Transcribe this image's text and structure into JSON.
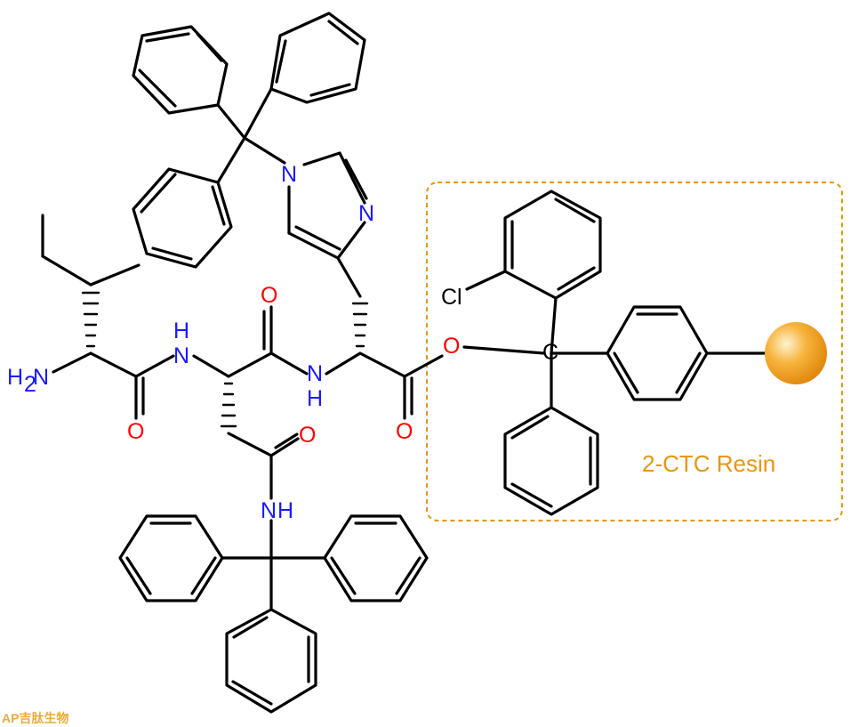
{
  "atoms": {
    "nh2_main": "H",
    "nh2_sub": "2",
    "nh2_n": "N",
    "nh_ile_asn_n": "N",
    "nh_ile_asn_h": "H",
    "o_ile": "O",
    "o_asn_amide": "O",
    "o_asn_side": "O",
    "nh_asn_his_n": "N",
    "nh_asn_his_h": "H",
    "o_his": "O",
    "o_ester": "O",
    "nh_side_n": "N",
    "nh_side_h": "H",
    "n_im_1": "N",
    "n_im_3": "N",
    "cl": "Cl",
    "c_trityl": "C"
  },
  "resin": {
    "label": "2-CTC Resin",
    "color": "#e8960c"
  },
  "colors": {
    "bond": "#000000",
    "nitrogen": "#1a1aff",
    "oxygen": "#ff0000",
    "chlorine": "#000000",
    "resin_box": "#e8960c",
    "logo": "#e8960c"
  },
  "watermark": {
    "text": "AP吉肽生物"
  }
}
